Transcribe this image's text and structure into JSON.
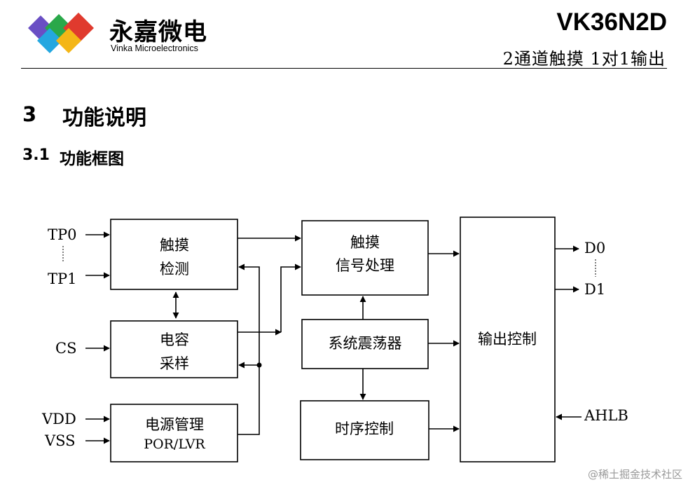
{
  "header": {
    "logo_cn": "永嘉微电",
    "logo_en": "Vinka Microelectronics",
    "model": "VK36N2D",
    "subtitle": "2通道触摸 1对1输出",
    "logo_colors": [
      "#6a4fc4",
      "#2aa84a",
      "#e03a2e",
      "#24a7e0",
      "#f4b617"
    ]
  },
  "section": {
    "number": "3",
    "title": "功能说明"
  },
  "subsection": {
    "number": "3.1",
    "title": "功能框图"
  },
  "diagram": {
    "blocks": {
      "touch_detect": [
        "触摸",
        "检测"
      ],
      "cap_sample": [
        "电容",
        "采样"
      ],
      "power": [
        "电源管理",
        "POR/LVR"
      ],
      "signal_proc": [
        "触摸",
        "信号处理"
      ],
      "oscillator": [
        "系统震荡器"
      ],
      "timing": [
        "时序控制"
      ],
      "output_ctrl": [
        "输出控制"
      ]
    },
    "pins": {
      "tp0": "TP0",
      "tp1": "TP1",
      "cs": "CS",
      "vdd": "VDD",
      "vss": "VSS",
      "d0": "D0",
      "d1": "D1",
      "ahlb": "AHLB"
    }
  },
  "watermark": "@稀土掘金技术社区"
}
